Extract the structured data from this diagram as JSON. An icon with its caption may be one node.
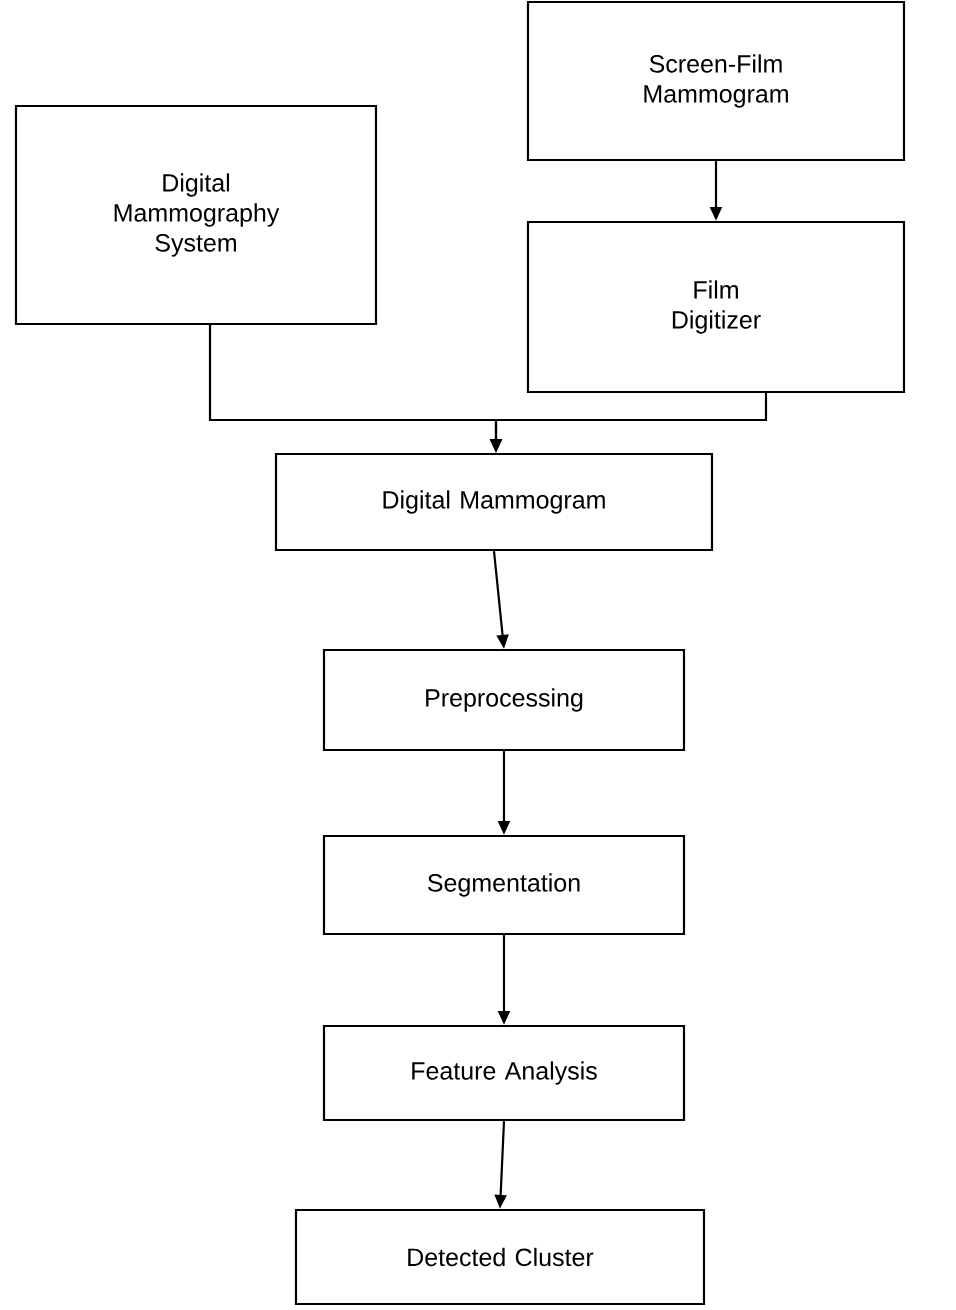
{
  "diagram": {
    "nodes": [
      {
        "text": [
          "Digital Mammography System"
        ]
      },
      {
        "text": [
          "Screen-Film Mammogram"
        ]
      },
      {
        "text": [
          "Film Digitizer"
        ]
      },
      {
        "text": [
          "Digital Mammogram"
        ]
      },
      {
        "text": [
          "Preprocessing"
        ]
      },
      {
        "text": [
          "Segmentation"
        ]
      },
      {
        "text": [
          "Feature Analysis"
        ]
      },
      {
        "text": [
          "Detected Cluster"
        ]
      }
    ],
    "edges": [
      {
        "from": 1,
        "to": 2,
        "arrow": "to"
      },
      {
        "from": 0,
        "to": 3,
        "arrow": "to"
      },
      {
        "from": 2,
        "to": 3,
        "arrow": "to"
      },
      {
        "from": 3,
        "to": 4,
        "arrow": "to"
      },
      {
        "from": 4,
        "to": 5,
        "arrow": "to"
      },
      {
        "from": 5,
        "to": 6,
        "arrow": "to"
      },
      {
        "from": 6,
        "to": 7,
        "arrow": "to"
      }
    ]
  }
}
